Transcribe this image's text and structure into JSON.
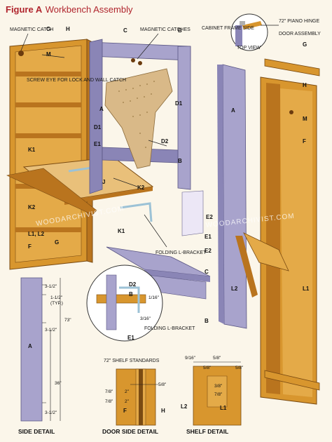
{
  "header": {
    "figure": "Figure A",
    "title": "Workbench Assembly"
  },
  "callouts": {
    "magnetic_catch": "MAGNETIC CATCH",
    "magnetic_catches": "MAGNETIC CATCHES",
    "screw_eye": "SCREW EYE FOR LOCK AND WALL CATCH",
    "cabinet_frame_side": "CABINET FRAME SIDE",
    "top_view": "TOP VIEW",
    "piano_hinge": "72\" PIANO HINGE",
    "door_assembly": "DOOR ASSEMBLY",
    "folding_bracket": "FOLDING L-BRACKET",
    "shelf_standards": "72\" SHELF STANDARDS"
  },
  "parts": {
    "a": "A",
    "b": "B",
    "c": "C",
    "d1": "D1",
    "d2": "D2",
    "e1": "E1",
    "e2": "E2",
    "f": "F",
    "g": "G",
    "h": "H",
    "j": "J",
    "k1": "K1",
    "k2": "K2",
    "l1": "L1",
    "l2": "L2",
    "l1l2": "L1, L2",
    "m": "M"
  },
  "dimensions": {
    "d3_5": "3-1/2\"",
    "d1_5": "1-1/2\"",
    "typ": "(TYP.)",
    "d73": "73\"",
    "d36": "36\"",
    "d1_16": "1/16\"",
    "d3_16": "3/16\"",
    "d5_8": "5/8\"",
    "d7_8": "7/8\"",
    "d2": "2\"",
    "d9_16": "9/16\"",
    "d3_8": "3/8\""
  },
  "captions": {
    "side": "SIDE DETAIL",
    "door_side": "DOOR SIDE DETAIL",
    "shelf": "SHELF DETAIL"
  },
  "watermark": "WOODARCHIVIST.COM",
  "colors": {
    "title_red": "#b0252d",
    "wood": "#d8962e",
    "wood_dark": "#b9741e",
    "lavender": "#a8a3cc",
    "lavender_dark": "#8a85b6",
    "pegboard": "#d9b988",
    "leader_red": "#c0392b"
  }
}
